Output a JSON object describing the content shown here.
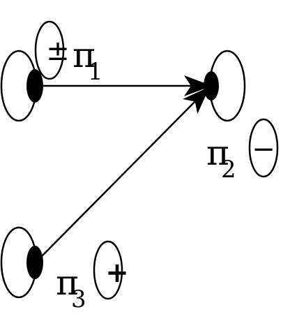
{
  "orbital_1": {
    "symbol": "π",
    "subscript": "1",
    "sign": "±"
  },
  "orbital_2": {
    "symbol": "π",
    "subscript": "2",
    "sign": "−"
  },
  "orbital_3": {
    "symbol": "π",
    "subscript": "3",
    "sign": "+"
  },
  "colors": {
    "ink": "#000000",
    "background": "#ffffff"
  }
}
